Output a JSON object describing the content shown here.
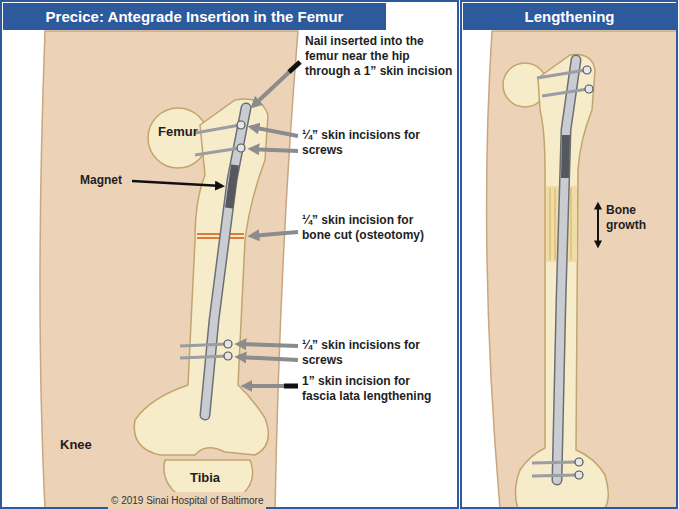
{
  "diagram": {
    "nodes": [
      {
        "text": [
          "Precice: Antegrade Insertion in the Femur"
        ]
      },
      {
        "text": [
          "Lengthening"
        ]
      }
    ],
    "labels": [
      "Nail inserted into the femur near the hip through a 1” skin incision",
      "Femur",
      "¼” skin incisions for screws",
      "Magnet",
      "¼” skin incision for bone cut (osteotomy)",
      "¼” skin incisions for screws",
      "1” skin incision for fascia lata lengthening",
      "Knee",
      "Tibia",
      "© 2019 Sinai Hospital of Baltimore",
      "Bone growth"
    ]
  }
}
